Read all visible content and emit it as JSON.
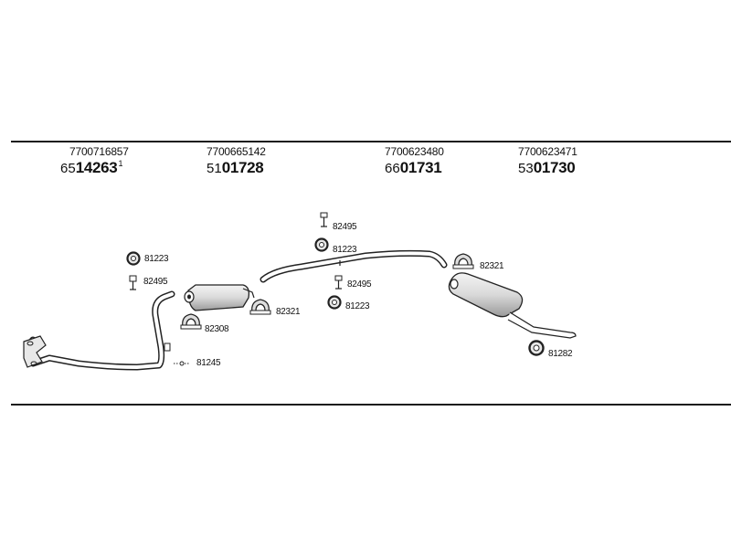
{
  "headers": [
    {
      "part_number": "7700716857",
      "prefix": "65",
      "code": "14263",
      "sup": "1"
    },
    {
      "part_number": "7700665142",
      "prefix": "51",
      "code": "01728",
      "sup": ""
    },
    {
      "part_number": "7700623480",
      "prefix": "66",
      "code": "01731",
      "sup": ""
    },
    {
      "part_number": "7700623471",
      "prefix": "53",
      "code": "01730",
      "sup": ""
    }
  ],
  "labels": {
    "front_ring": "81223",
    "front_hanger": "82495",
    "center_clamp": "82308",
    "front_sensor": "81245",
    "center_clamp_2": "82321",
    "inter_hanger_top": "82495",
    "inter_ring_top": "81223",
    "inter_hanger_bottom": "82495",
    "inter_ring_bottom": "81223",
    "rear_clamp": "82321",
    "rear_ring": "81282"
  },
  "icons": [
    "rubber-ring-icon",
    "hanger-icon",
    "clamp-icon",
    "gasket-icon"
  ]
}
